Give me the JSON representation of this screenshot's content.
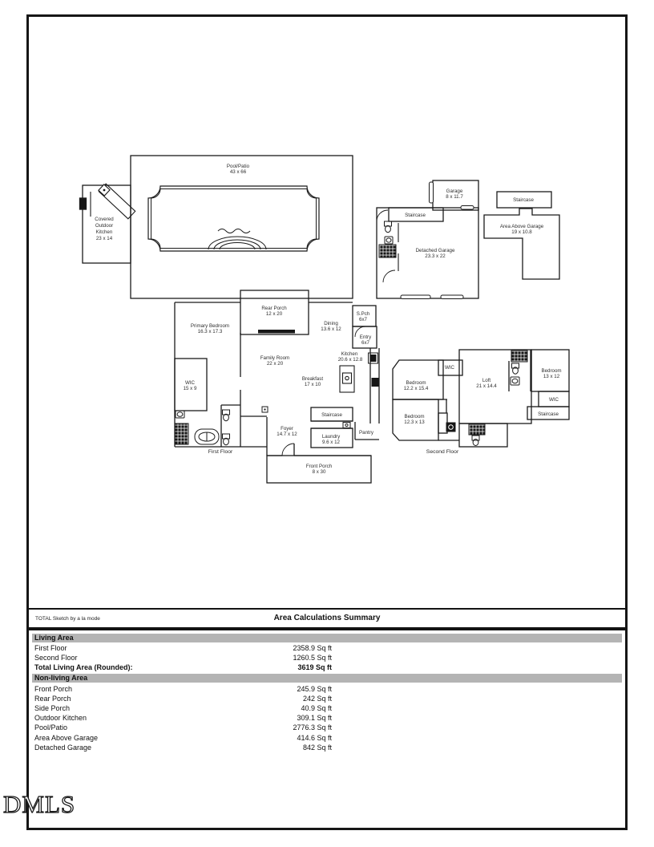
{
  "watermark": "DMLS",
  "colors": {
    "line": "#1b1b1b",
    "section_bar": "#b4b4b4"
  },
  "floorplan": {
    "rooms": {
      "pool_patio": {
        "name": "Pool/Patio",
        "dim": "43 x 66"
      },
      "outdoor_kitchen": {
        "l1": "Covered",
        "l2": "Outdoor",
        "l3": "Kitchen",
        "dim": "23 x 14"
      },
      "garage": {
        "name": "Garage",
        "dim": "8 x 11.7"
      },
      "garage_staircase": {
        "name": "Staircase"
      },
      "detached_garage": {
        "name": "Detached Garage",
        "dim": "23.3 x 22"
      },
      "aag_staircase": {
        "name": "Staircase"
      },
      "area_above_garage": {
        "name": "Area Above Garage",
        "dim": "19 x 10.8"
      },
      "rear_porch": {
        "name": "Rear Porch",
        "dim": "12 x 20"
      },
      "primary_bedroom": {
        "name": "Primary Bedroom",
        "dim": "16.3 x 17.3"
      },
      "dining": {
        "name": "Dining",
        "dim": "13.6 x 12"
      },
      "side_porch": {
        "name": "S.Pch",
        "dim": "6x7"
      },
      "entry": {
        "name": "Entry",
        "dim": "6x7"
      },
      "family_room": {
        "name": "Family Room",
        "dim": "22 x 20"
      },
      "kitchen": {
        "name": "Kitchen",
        "dim": "20.6 x 12.8"
      },
      "breakfast": {
        "name": "Breakfast",
        "dim": "17 x 10"
      },
      "wic_first": {
        "name": "WIC",
        "dim": "15 x 9"
      },
      "foyer": {
        "name": "Foyer",
        "dim": "14.7 x 12"
      },
      "staircase_first": {
        "name": "Staircase"
      },
      "laundry": {
        "name": "Laundry",
        "dim": "9.6 x 12"
      },
      "pantry": {
        "name": "Pantry"
      },
      "front_porch": {
        "name": "Front Porch",
        "dim": "8 x 30"
      },
      "first_floor_tag": {
        "name": "First Floor"
      },
      "bedroom_a": {
        "name": "Bedroom",
        "dim": "12.2 x 15.4"
      },
      "wic_a": {
        "name": "WIC"
      },
      "loft": {
        "name": "Loft",
        "dim": "21 x 14.4"
      },
      "bedroom_b": {
        "name": "Bedroom",
        "dim": "13 x 12"
      },
      "wic_b": {
        "name": "WIC"
      },
      "staircase_second": {
        "name": "Staircase"
      },
      "bedroom_c": {
        "name": "Bedroom",
        "dim": "12.3 x 13"
      },
      "second_floor_tag": {
        "name": "Second Floor"
      }
    }
  },
  "summary": {
    "branding": "TOTAL Sketch by a la mode",
    "title": "Area Calculations Summary",
    "sections": [
      {
        "header": "Living Area",
        "rows": [
          {
            "label": "First Floor",
            "value": "2358.9 Sq ft",
            "bold": false
          },
          {
            "label": "Second Floor",
            "value": "1260.5 Sq ft",
            "bold": false
          },
          {
            "label": "Total Living Area (Rounded):",
            "value": "3619 Sq ft",
            "bold": true
          }
        ]
      },
      {
        "header": "Non-living Area",
        "rows": [
          {
            "label": "Front Porch",
            "value": "245.9 Sq ft",
            "bold": false
          },
          {
            "label": "Rear Porch",
            "value": "242 Sq ft",
            "bold": false
          },
          {
            "label": "Side Porch",
            "value": "40.9 Sq ft",
            "bold": false
          },
          {
            "label": "Outdoor Kitchen",
            "value": "309.1 Sq ft",
            "bold": false
          },
          {
            "label": "Pool/Patio",
            "value": "2776.3 Sq ft",
            "bold": false
          },
          {
            "label": "Area Above Garage",
            "value": "414.6 Sq ft",
            "bold": false
          },
          {
            "label": "Detached Garage",
            "value": "842 Sq ft",
            "bold": false
          }
        ]
      }
    ]
  }
}
